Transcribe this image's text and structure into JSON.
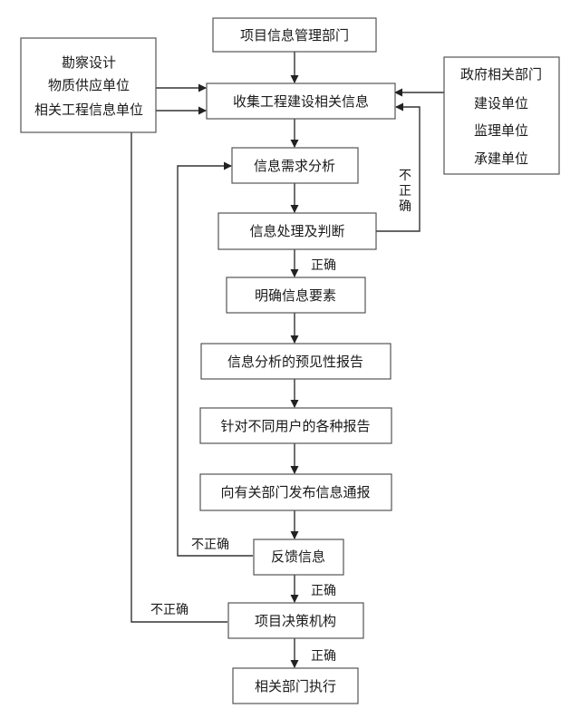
{
  "sources_left": [
    "勘察设计",
    "物质供应单位",
    "相关工程信息单位"
  ],
  "sources_right": [
    "政府相关部门",
    "建设单位",
    "监理单位",
    "承建单位"
  ],
  "steps": {
    "project_info_dept": "项目信息管理部门",
    "collect_info": "收集工程建设相关信息",
    "demand_analysis": "信息需求分析",
    "process_judge": "信息处理及判断",
    "clarify_elements": "明确信息要素",
    "predictive_report": "信息分析的预见性报告",
    "user_reports": "针对不同用户的各种报告",
    "publish_notice": "向有关部门发布信息通报",
    "feedback": "反馈信息",
    "decision_body": "项目决策机构",
    "dept_execute": "相关部门执行"
  },
  "labels": {
    "incorrect": "不正确",
    "incorrect_vertical": "不正确",
    "correct": "正确"
  }
}
